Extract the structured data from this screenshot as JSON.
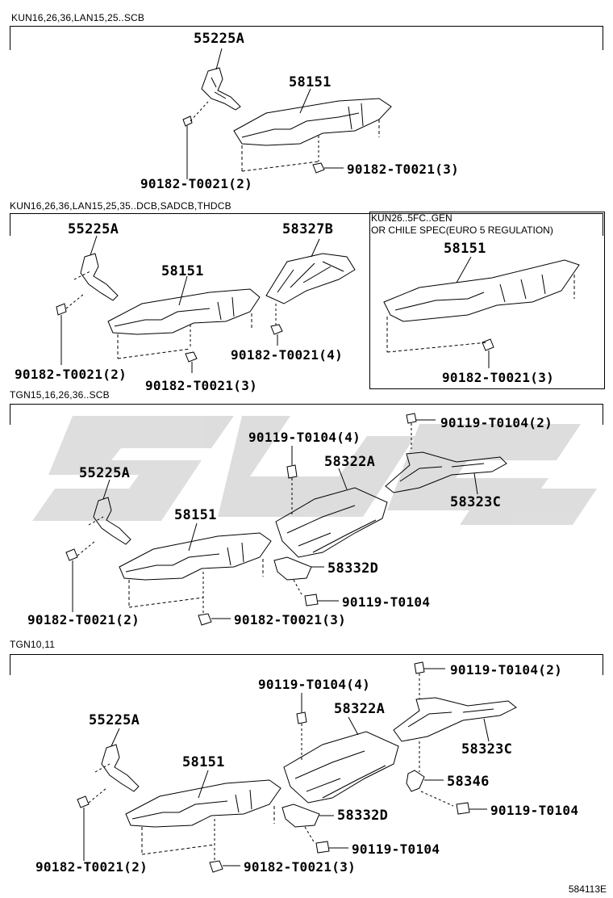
{
  "sections": [
    {
      "title": "KUN16,26,36,LAN15,25..SCB"
    },
    {
      "title": "KUN16,26,36,LAN15,25,35..DCB,SADCB,THDCB"
    },
    {
      "title": "TGN15,16,26,36..SCB"
    },
    {
      "title": "TGN10,11"
    }
  ],
  "subbox": {
    "line1": "KUN26..5FC..GEN",
    "line2": "OR CHILE SPEC(EURO 5 REGULATION)"
  },
  "labels": {
    "s1_55225A": "55225A",
    "s1_58151": "58151",
    "s1_nut_left": "90182-T0021(2)",
    "s1_nut_right": "90182-T0021(3)",
    "s2_55225A": "55225A",
    "s2_58151": "58151",
    "s2_58327B": "58327B",
    "s2_nut_left": "90182-T0021(2)",
    "s2_nut_mid": "90182-T0021(3)",
    "s2_nut_right": "90182-T0021(4)",
    "s2b_58151": "58151",
    "s2b_nut": "90182-T0021(3)",
    "s3_bolt_top_right": "90119-T0104(2)",
    "s3_bolt_mid": "90119-T0104(4)",
    "s3_55225A": "55225A",
    "s3_58322A": "58322A",
    "s3_58323C": "58323C",
    "s3_58151": "58151",
    "s3_58332D": "58332D",
    "s3_bolt_bottom": "90119-T0104",
    "s3_nut_left": "90182-T0021(2)",
    "s3_nut_right": "90182-T0021(3)",
    "s4_bolt_top_right": "90119-T0104(2)",
    "s4_bolt_mid": "90119-T0104(4)",
    "s4_58322A": "58322A",
    "s4_55225A": "55225A",
    "s4_58151": "58151",
    "s4_58323C": "58323C",
    "s4_58346": "58346",
    "s4_bolt_right": "90119-T0104",
    "s4_58332D": "58332D",
    "s4_bolt_bottom": "90119-T0104",
    "s4_nut_left": "90182-T0021(2)",
    "s4_nut_right": "90182-T0021(3)"
  },
  "figure_id": "584113E"
}
